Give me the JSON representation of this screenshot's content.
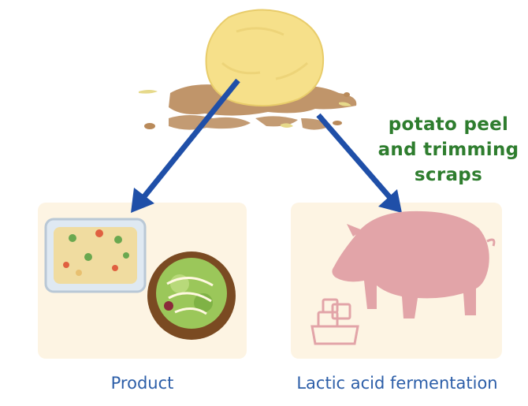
{
  "labels": {
    "scraps": [
      "potato peel",
      "and trimming",
      "scraps"
    ],
    "product": "Product",
    "fermentation": "Lactic acid fermentation"
  },
  "colors": {
    "arrow": "#1f4fa8",
    "scraps_text": "#2e7d2e",
    "caption_text": "#2c5ea8",
    "panel_bg": "#fdf4e3",
    "pig": "#e2a4a8",
    "potato": "#f6e08a",
    "peel": "#b98a5a"
  },
  "icons": [
    "potato-illustration",
    "peel-scraps-illustration",
    "potato-salad-container-image",
    "salad-bowl-image",
    "pig-icon",
    "feed-bowl-icon",
    "arrow-icon"
  ]
}
